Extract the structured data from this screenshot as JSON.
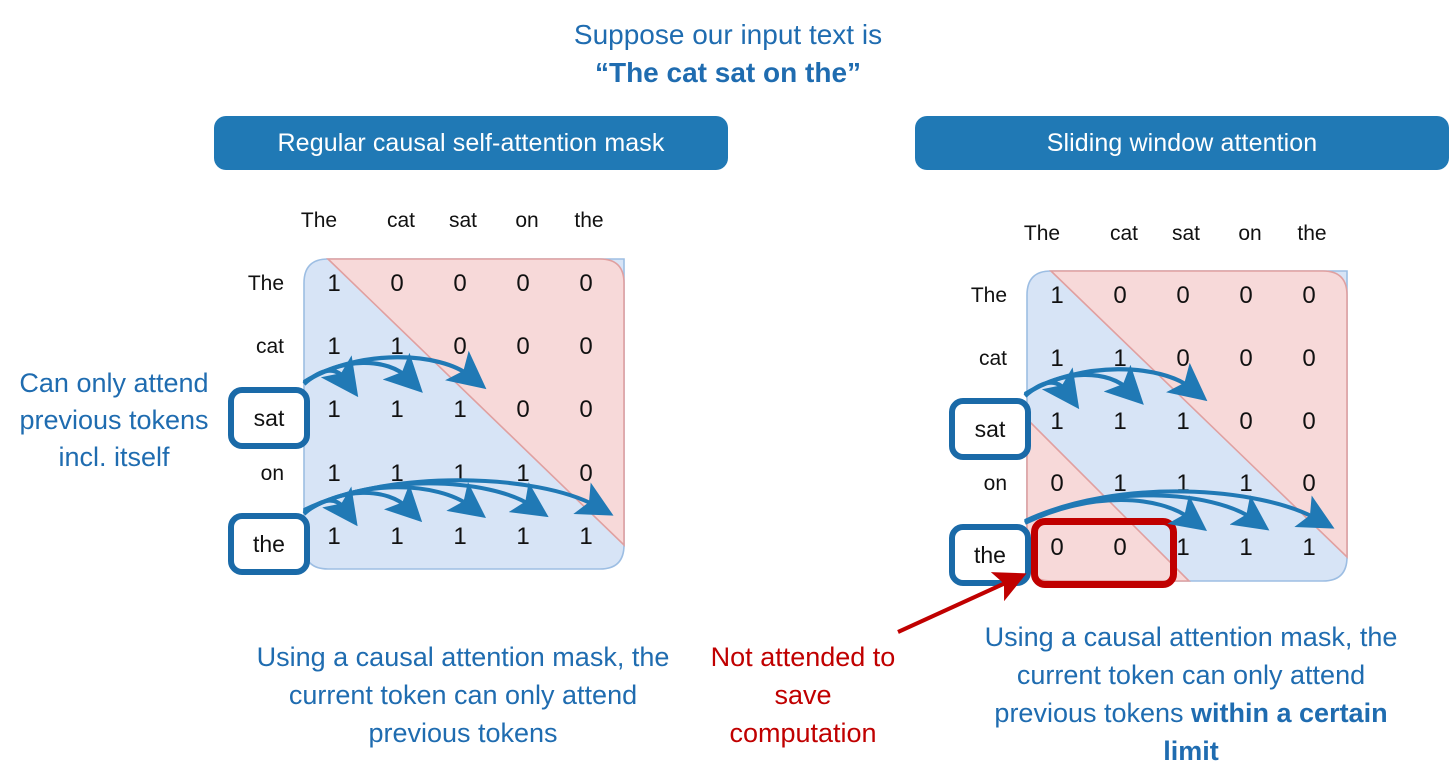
{
  "title": {
    "line1": "Suppose our input text is",
    "line2": "“The cat sat on the”"
  },
  "banners": {
    "left": "Regular causal self-attention mask",
    "right": "Sliding window attention"
  },
  "tokens": [
    "The",
    "cat",
    "sat",
    "on",
    "the"
  ],
  "colors": {
    "accent_blue": "#2079b5",
    "text_blue": "#1f6cb0",
    "pill_border": "#1a6aa8",
    "attend_fill": "#d7e4f6",
    "attend_stroke": "#9dbee3",
    "masked_fill": "#f7d9d9",
    "masked_stroke": "#e0a0a0",
    "highlight_red": "#c00000",
    "arrow_blue": "#2079b5"
  },
  "left_matrix": {
    "name": "Regular causal self-attention mask",
    "col_headers": [
      "The",
      "cat",
      "sat",
      "on",
      "the"
    ],
    "row_headers": [
      "The",
      "cat",
      "sat",
      "on",
      "the"
    ],
    "values": [
      [
        1,
        0,
        0,
        0,
        0
      ],
      [
        1,
        1,
        0,
        0,
        0
      ],
      [
        1,
        1,
        1,
        0,
        0
      ],
      [
        1,
        1,
        1,
        1,
        0
      ],
      [
        1,
        1,
        1,
        1,
        1
      ]
    ],
    "highlighted_rows": [
      "sat",
      "the"
    ],
    "arrows_from_sat_count": 3,
    "arrows_from_the_count": 5
  },
  "right_matrix": {
    "name": "Sliding window attention",
    "col_headers": [
      "The",
      "cat",
      "sat",
      "on",
      "the"
    ],
    "row_headers": [
      "The",
      "cat",
      "sat",
      "on",
      "the"
    ],
    "values": [
      [
        1,
        0,
        0,
        0,
        0
      ],
      [
        1,
        1,
        0,
        0,
        0
      ],
      [
        1,
        1,
        1,
        0,
        0
      ],
      [
        0,
        1,
        1,
        1,
        0
      ],
      [
        0,
        0,
        1,
        1,
        1
      ]
    ],
    "highlighted_rows": [
      "sat",
      "the"
    ],
    "arrows_from_sat_count": 3,
    "arrows_from_the_count": 3,
    "window_size": 3,
    "red_box_cells": [
      "the/The",
      "the/cat"
    ]
  },
  "captions": {
    "left_side": "Can only attend previous tokens incl. itself",
    "left_bottom": "Using a causal attention mask, the current token can only attend previous tokens",
    "right_bottom_normal": "Using a causal attention mask, the current token can only attend previous tokens ",
    "right_bottom_bold": "within a certain limit",
    "red_note": "Not attended to save computation"
  }
}
